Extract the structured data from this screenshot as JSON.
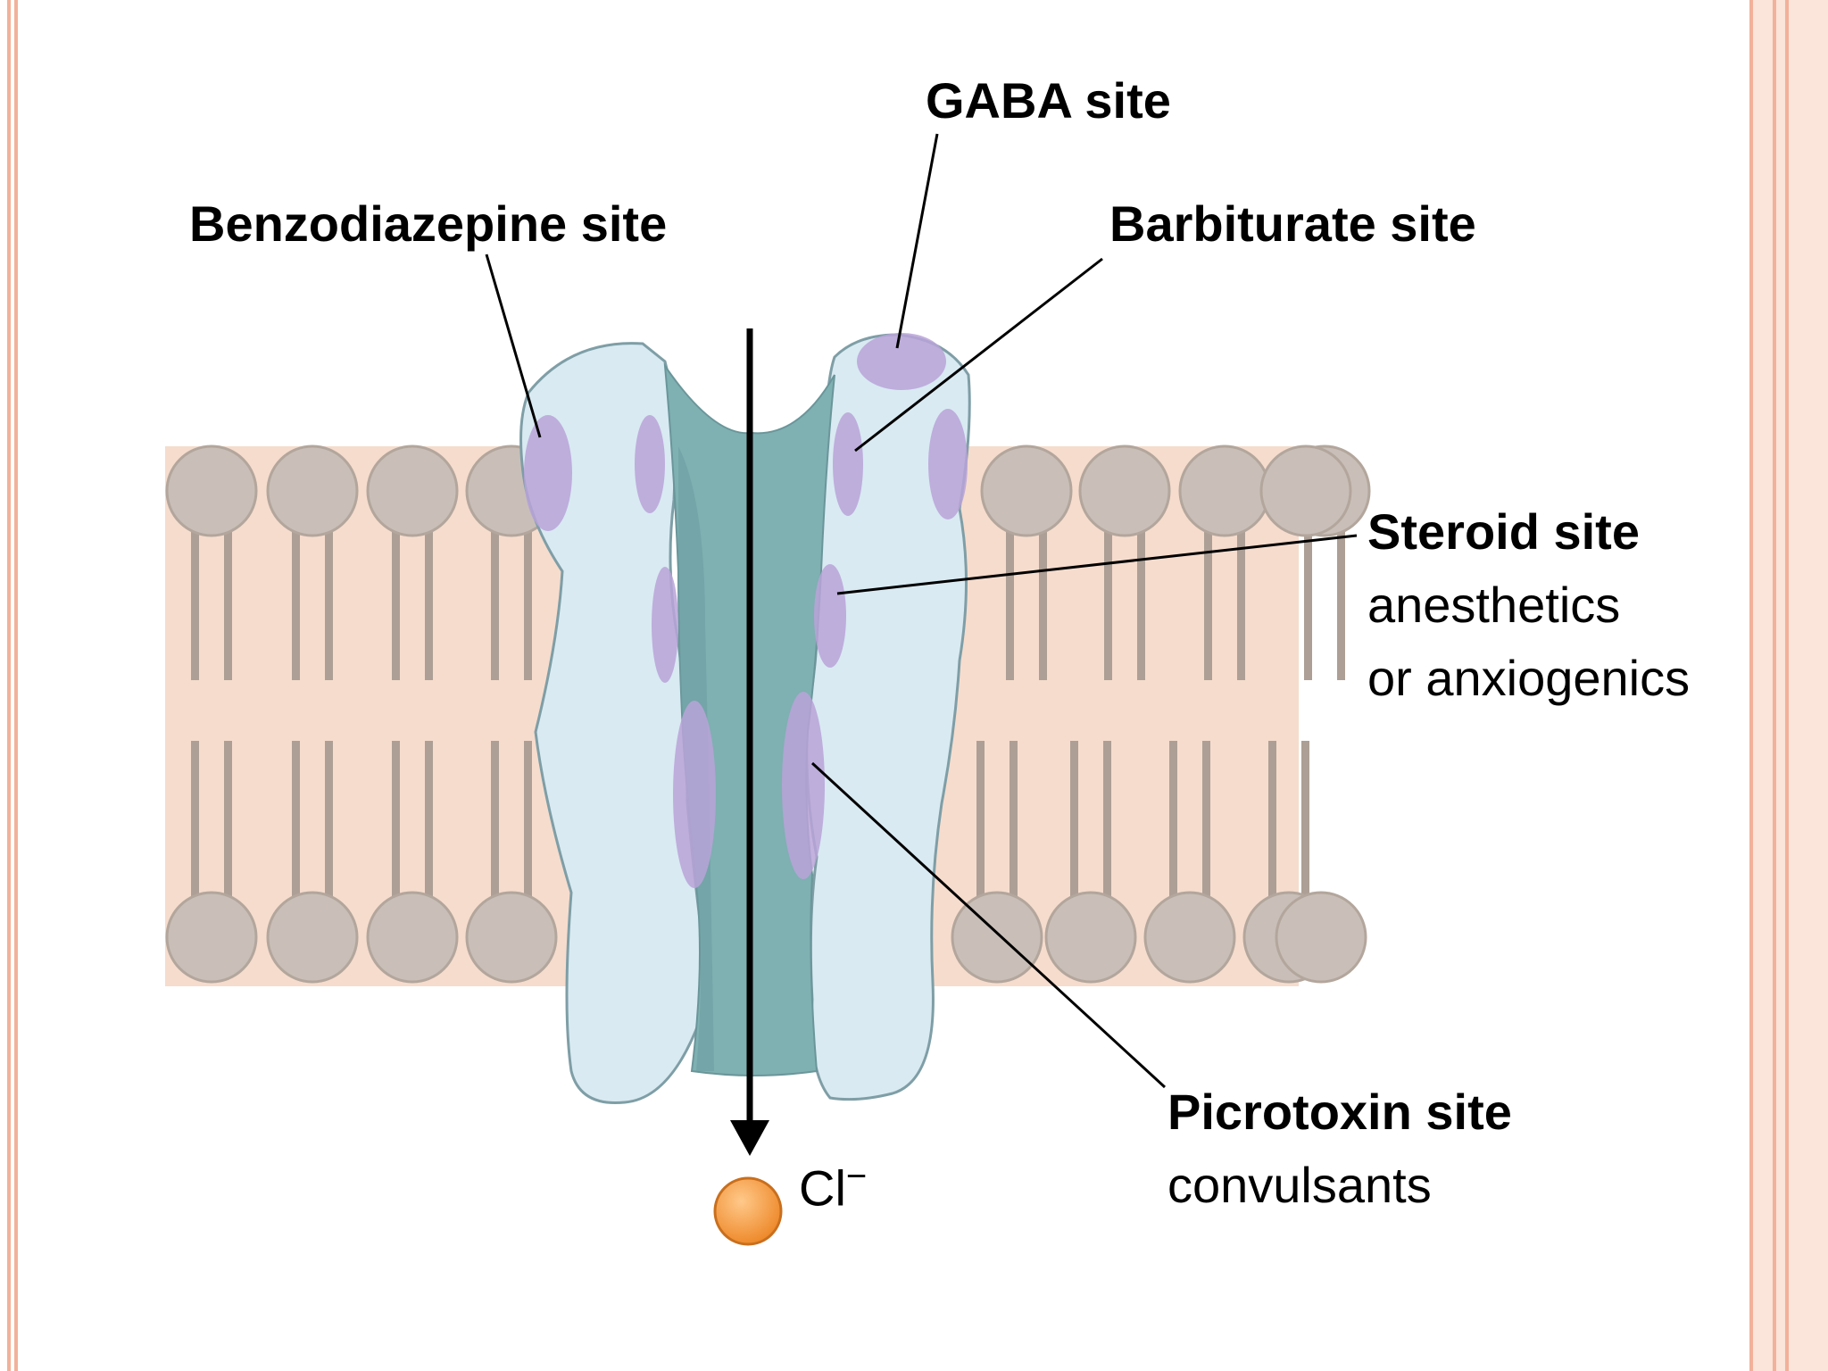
{
  "labels": {
    "gaba": "GABA site",
    "benzodiazepine": "Benzodiazepine site",
    "barbiturate": "Barbiturate site",
    "steroid": "Steroid site",
    "steroid_sub1": "anesthetics",
    "steroid_sub2": "or anxiogenics",
    "picrotoxin": "Picrotoxin site",
    "picrotoxin_sub": "convulsants",
    "chloride": "Cl",
    "chloride_charge": "−"
  },
  "colors": {
    "membrane_band": "#f6dccd",
    "lipid_head": "#c9bfb8",
    "lipid_head_stroke": "#b3a69c",
    "lipid_tail": "#ad9f95",
    "channel_body": "#d9eaf2",
    "channel_stroke": "#7f9ea6",
    "pore": "#7fb0b2",
    "binding_site": "#b8a3d8",
    "chloride_ion": "#f39a3c",
    "frame": "#f2b19a"
  }
}
